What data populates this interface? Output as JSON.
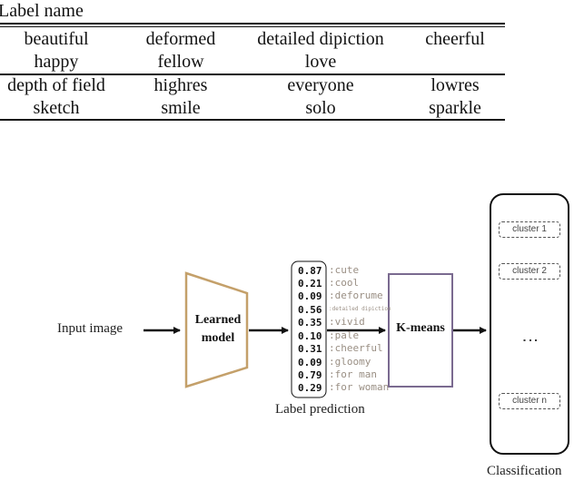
{
  "table": {
    "caption": "Label name",
    "rows": [
      [
        "beautiful",
        "deformed",
        "detailed dipiction",
        "cheerful"
      ],
      [
        "happy",
        "fellow",
        "love",
        ""
      ],
      [
        "depth of field",
        "highres",
        "everyone",
        "lowres"
      ],
      [
        "sketch",
        "smile",
        "solo",
        "sparkle"
      ]
    ]
  },
  "diagram": {
    "input_label": "Input image",
    "model_label_line1": "Learned",
    "model_label_line2": "model",
    "kmeans_label": "K-means",
    "prediction_caption": "Label prediction",
    "classification_caption": "Classification",
    "predictions": [
      {
        "score": "0.87",
        "label": ":cute"
      },
      {
        "score": "0.21",
        "label": ":cool"
      },
      {
        "score": "0.09",
        "label": ":deforume"
      },
      {
        "score": "0.56",
        "label": ":detailed dipiction"
      },
      {
        "score": "0.35",
        "label": ":vivid"
      },
      {
        "score": "0.10",
        "label": ":pale"
      },
      {
        "score": "0.31",
        "label": ":cheerful"
      },
      {
        "score": "0.09",
        "label": ":gloomy"
      },
      {
        "score": "0.79",
        "label": ":for man"
      },
      {
        "score": "0.29",
        "label": ":for woman"
      }
    ],
    "clusters": [
      "cluster 1",
      "cluster 2",
      "cluster n"
    ],
    "ellipsis": "⋮",
    "colors": {
      "model_outline": "#c4a06a",
      "kmeans_outline": "#7a6a90",
      "label_text": "#9a8f84"
    }
  }
}
